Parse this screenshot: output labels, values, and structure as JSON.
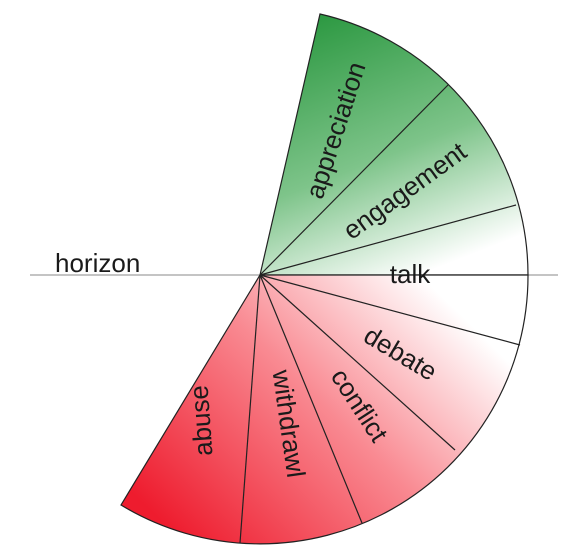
{
  "diagram": {
    "horizon_label": "horizon",
    "upper_labels": [
      "appreciation",
      "engagement",
      "talk"
    ],
    "lower_labels": [
      "debate",
      "conflict",
      "withdrawl",
      "abuse"
    ],
    "colors": {
      "positive": "#2f9a44",
      "negative": "#ee1c2e",
      "neutral": "#ffffff",
      "line": "#222222",
      "horizon_line": "#888888"
    }
  }
}
